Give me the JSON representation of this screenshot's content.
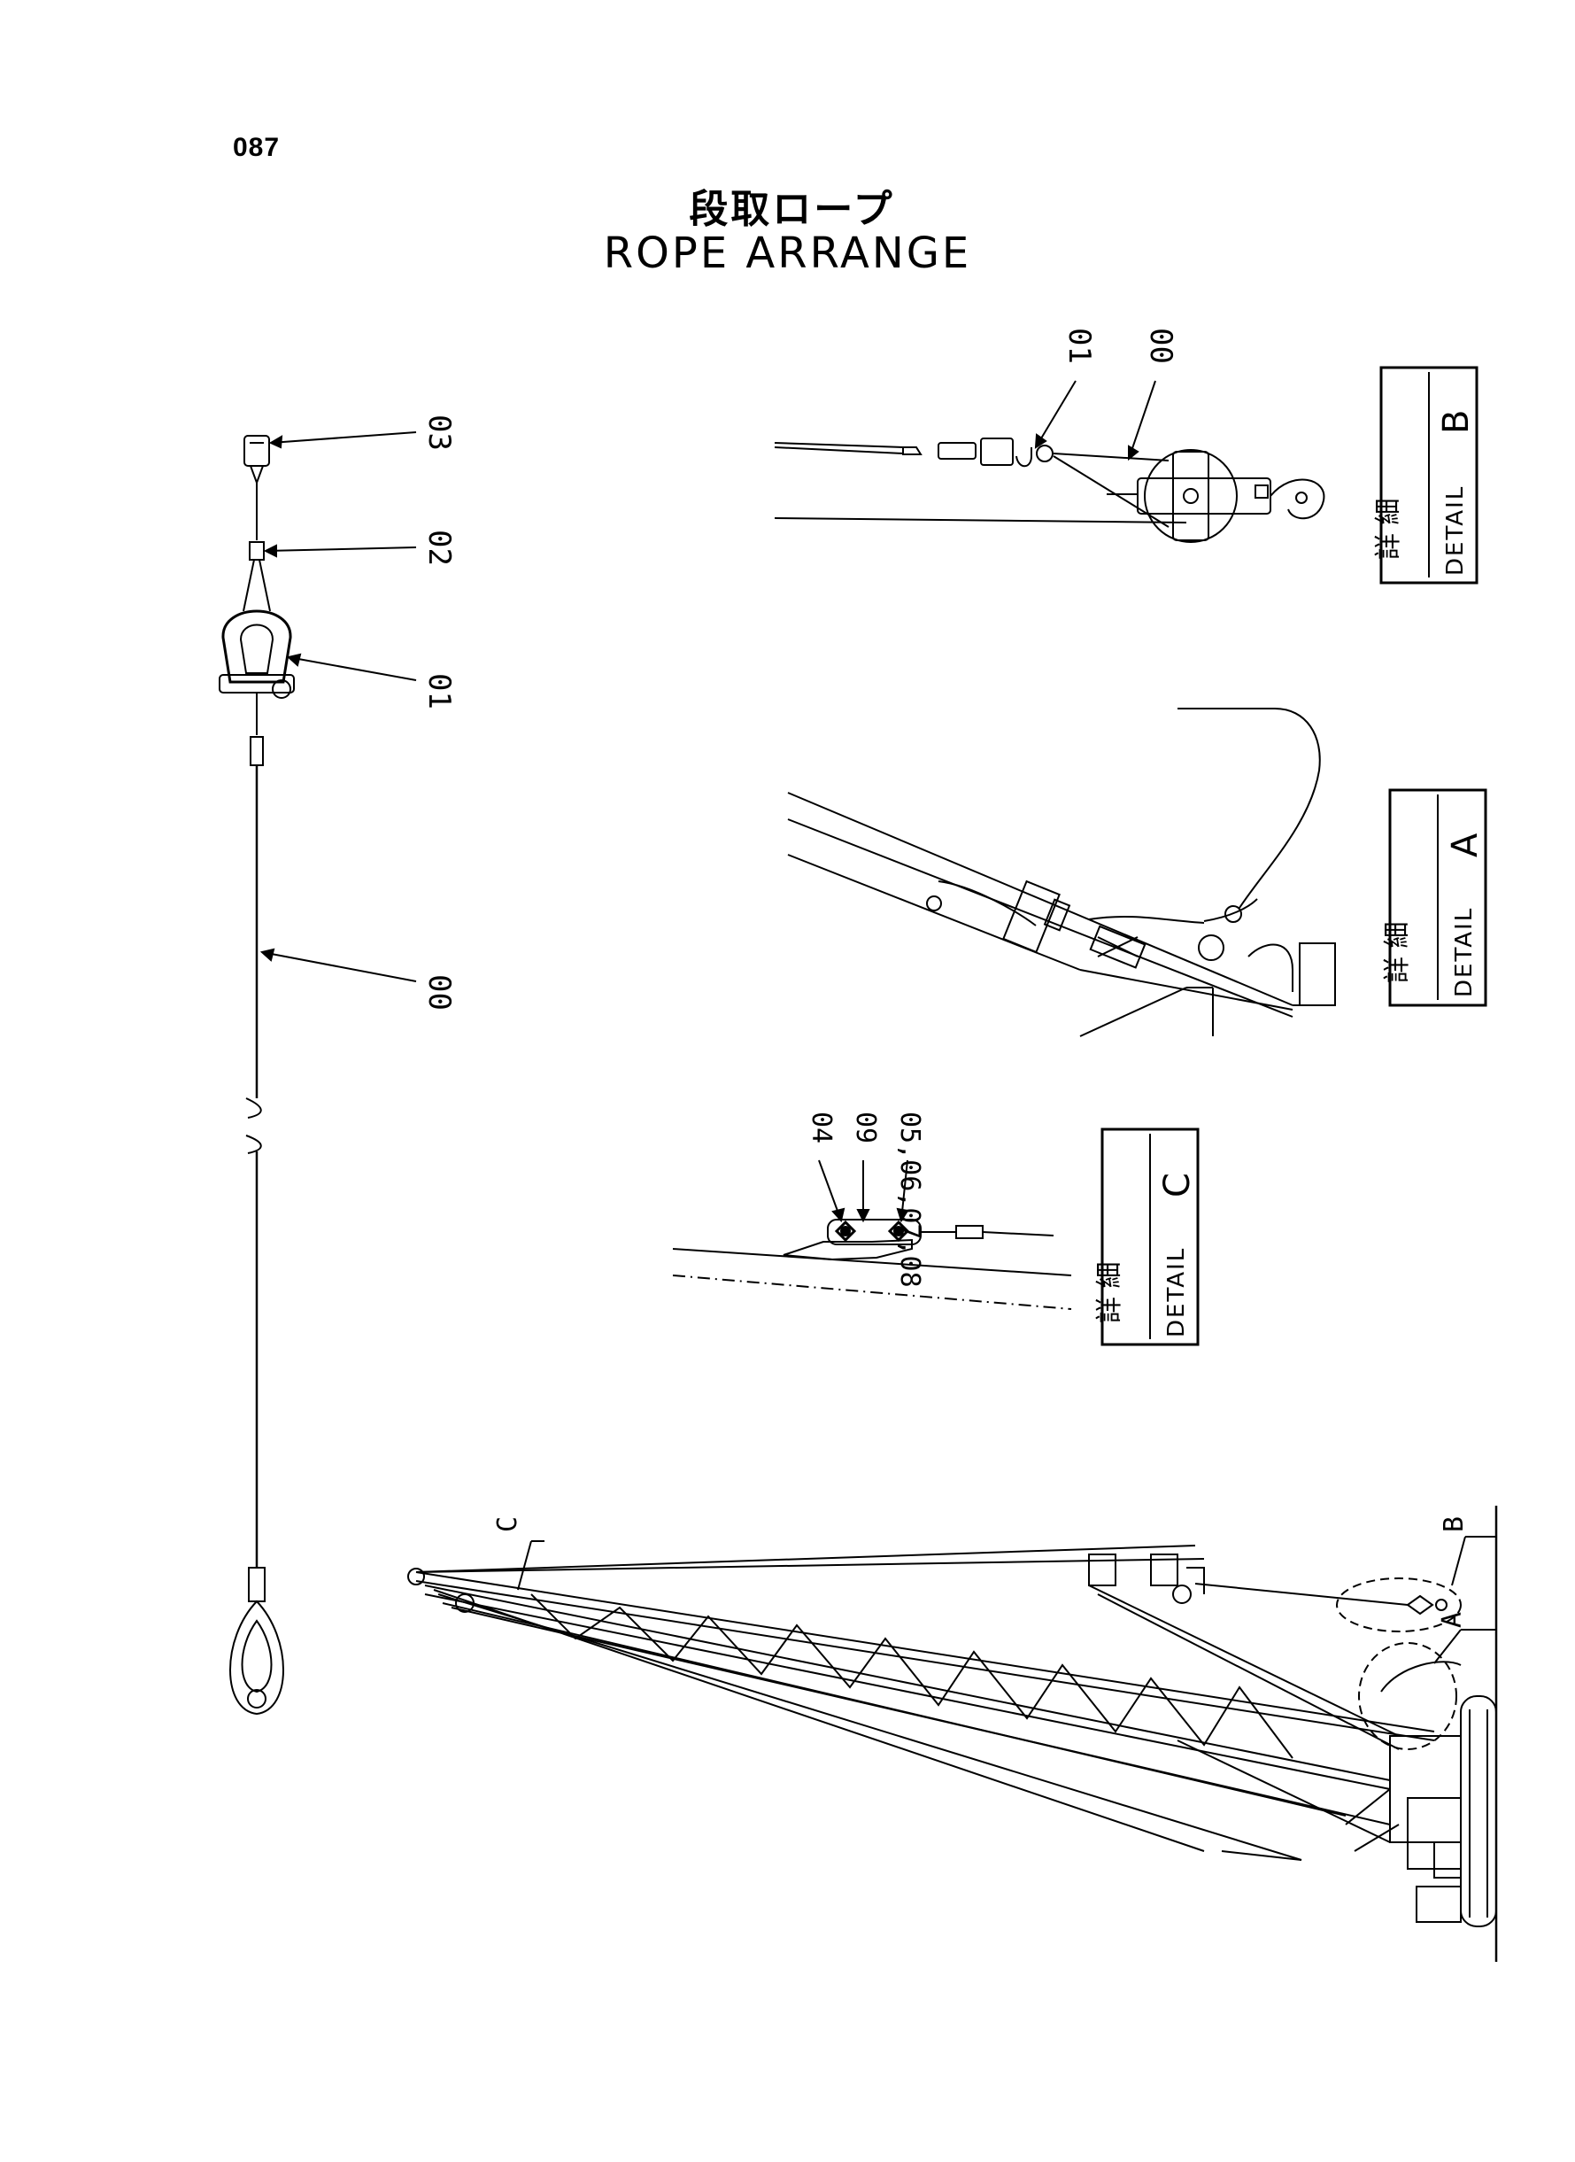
{
  "page": {
    "number": "087"
  },
  "title": {
    "japanese": "段取ロープ",
    "english": "ROPE ARRANGE"
  },
  "rope_assembly": {
    "labels": [
      "03",
      "02",
      "01",
      "00"
    ]
  },
  "detail_b": {
    "jp": "詳 細",
    "word": "DETAIL",
    "letter": "B",
    "labels": [
      "01",
      "00"
    ]
  },
  "detail_a": {
    "jp": "詳 細",
    "word": "DETAIL",
    "letter": "A"
  },
  "detail_c": {
    "jp": "詳 細",
    "word": "DETAIL",
    "letter": "C",
    "labels": [
      "04",
      "09",
      "05,06,07,08"
    ]
  },
  "crane_overview": {
    "callouts": [
      "C",
      "B",
      "A"
    ]
  }
}
